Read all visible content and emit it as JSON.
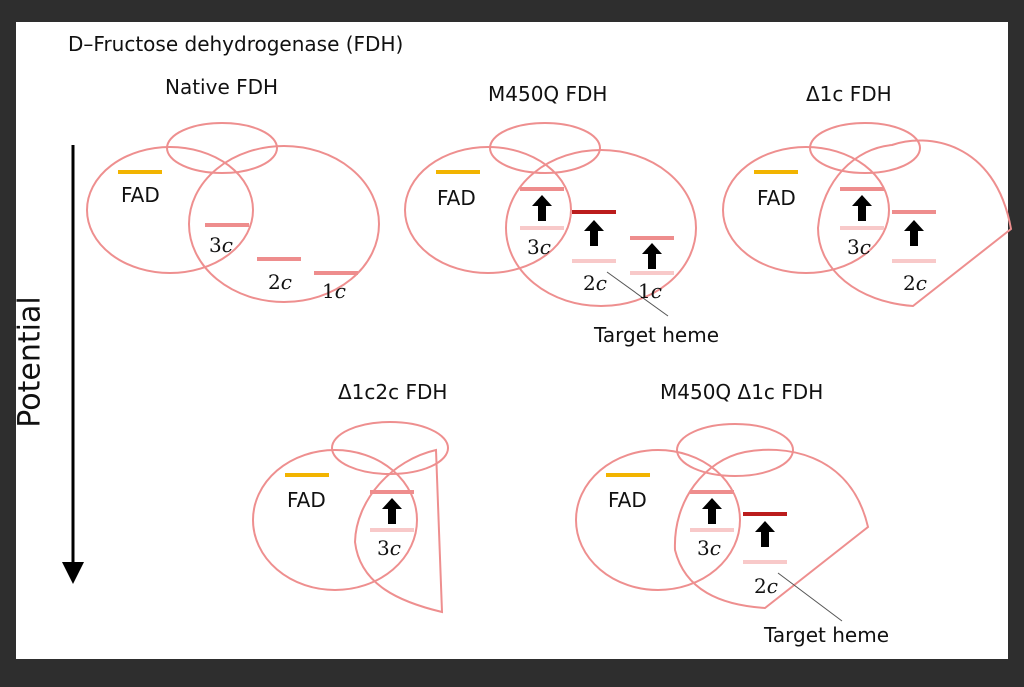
{
  "title": "D–Fructose dehydrogenase (FDH)",
  "axis_label": "Potential",
  "cofactor_label": "FAD",
  "target_label": "Target heme",
  "variants": [
    {
      "name": "Native FDH",
      "hemes": [
        "3",
        "2",
        "1"
      ]
    },
    {
      "name": "M450Q FDH",
      "hemes": [
        "3",
        "2",
        "1"
      ]
    },
    {
      "name": "Δ1c FDH",
      "hemes": [
        "3",
        "2"
      ]
    },
    {
      "name": "Δ1c2c FDH",
      "hemes": [
        "3"
      ]
    },
    {
      "name": "M450Q  Δ1c FDH",
      "hemes": [
        "3",
        "2"
      ]
    }
  ],
  "colors": {
    "outline": "#ee8f8f",
    "fad": "#f2b400",
    "heme_shifted": "#ee8d8d",
    "heme_original": "#f8c9c9",
    "heme_target": "#bb1c1c",
    "arrow": "#000000",
    "frame": "#2e2e2e",
    "panel": "#ffffff"
  }
}
